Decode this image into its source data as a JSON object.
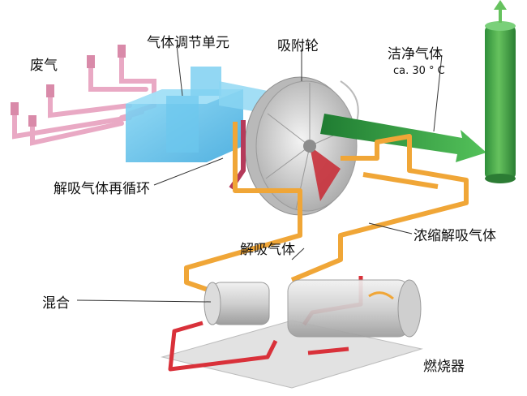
{
  "labels": {
    "exhaust_gas": "废气",
    "gas_regulating_unit": "气体调节单元",
    "adsorption_wheel": "吸附轮",
    "clean_gas": "洁净气体",
    "clean_gas_temp": "ca. 30 ° C",
    "desorption_recirculation": "解吸气体再循环",
    "desorption_gas": "解吸气体",
    "concentrated_desorption_gas": "浓缩解吸气体",
    "mixing": "混合",
    "burner": "燃烧器"
  },
  "colors": {
    "exhaust_pipe": "#e9a9c4",
    "regulating_unit": "#5fc6ee",
    "clean_gas_arrow": "#2ea84a",
    "chimney": "#3fae48",
    "desorption_pipe": "#f0a637",
    "hot_pipe": "#d9313a",
    "recirculation_arrow": "#b53a5a"
  }
}
